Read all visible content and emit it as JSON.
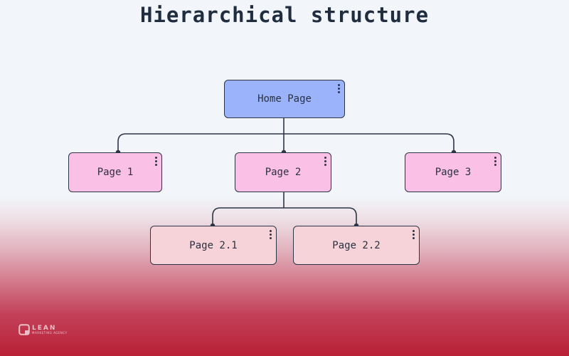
{
  "title": "Hierarchical structure",
  "nodes": {
    "home": {
      "label": "Home Page",
      "color": "#9bb3fb"
    },
    "page1": {
      "label": "Page 1",
      "color": "#fbc0e6"
    },
    "page2": {
      "label": "Page 2",
      "color": "#fbc0e6"
    },
    "page3": {
      "label": "Page 3",
      "color": "#fbc0e6"
    },
    "page2_1": {
      "label": "Page 2.1",
      "color": "#f6d3d9"
    },
    "page2_2": {
      "label": "Page 2.2",
      "color": "#f6d3d9"
    }
  },
  "edges": [
    {
      "from": "Home Page",
      "to": "Page 1"
    },
    {
      "from": "Home Page",
      "to": "Page 2"
    },
    {
      "from": "Home Page",
      "to": "Page 3"
    },
    {
      "from": "Page 2",
      "to": "Page 2.1"
    },
    {
      "from": "Page 2",
      "to": "Page 2.2"
    }
  ],
  "logo": {
    "name": "LEAN",
    "subtitle": "MARKETING AGENCY",
    "icon": "lean-logo-icon"
  },
  "colors": {
    "line": "#2c3445",
    "title": "#1f2d3f",
    "bottom_gradient": "#b82035"
  }
}
